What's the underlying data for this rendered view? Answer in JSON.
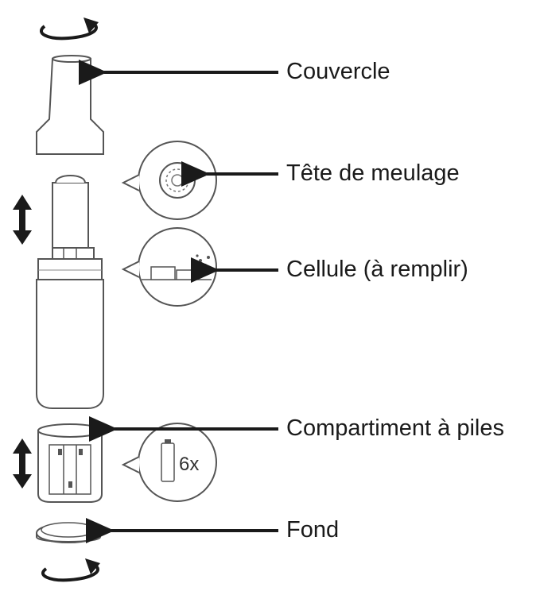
{
  "labels": {
    "lid": "Couvercle",
    "grinding_head": "Tête de meulage",
    "cell": "Cellule (à remplir)",
    "battery_compartment": "Compartiment à piles",
    "bottom": "Fond"
  },
  "battery_count_badge": "6x",
  "colors": {
    "line": "#1a1a1a",
    "outline": "#555555",
    "background": "#ffffff"
  },
  "icons": {
    "top_rotate": "rotate-arrow-icon",
    "bottom_rotate": "rotate-arrow-icon",
    "upper_updown": "up-down-arrow-icon",
    "lower_updown": "up-down-arrow-icon"
  }
}
